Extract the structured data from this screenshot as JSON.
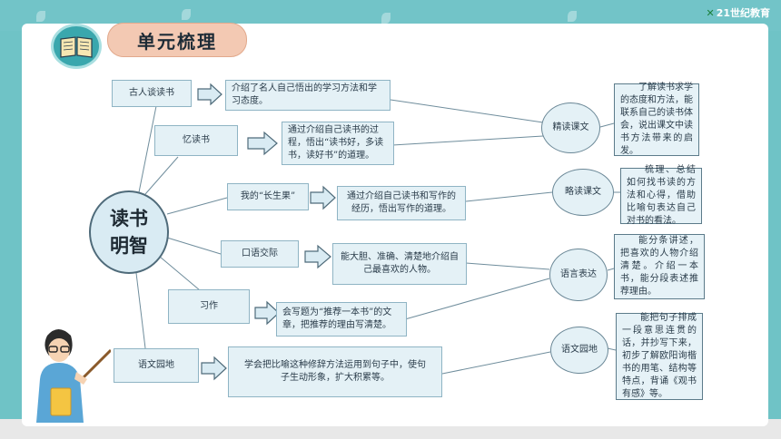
{
  "header": {
    "logo_text": "21世纪教育"
  },
  "title": "单元梳理",
  "center": "读书明智",
  "lessons": [
    {
      "name": "古人谈读书",
      "desc": "介绍了名人自己悟出的学习方法和学习态度。"
    },
    {
      "name": "忆读书",
      "desc": "通过介绍自己读书的过程，悟出“读书好，多读书，读好书”的道理。"
    },
    {
      "name": "我的“长生果”",
      "desc": "通过介绍自己读书和写作的经历，悟出写作的道理。"
    },
    {
      "name": "口语交际",
      "desc": "能大胆、准确、清楚地介绍自己最喜欢的人物。"
    },
    {
      "name": "习作",
      "desc": "会写题为“推荐一本书”的文章，把推荐的理由写清楚。"
    },
    {
      "name": "语文园地",
      "desc": "学会把比喻这种修辞方法运用到句子中，使句子生动形象，扩大积累等。"
    }
  ],
  "categories": [
    {
      "name": "精读课文",
      "note": "了解读书求学的态度和方法，能联系自己的读书体会，说出课文中读书方法带来的启发。"
    },
    {
      "name": "略读课文",
      "note": "梳理、总结如何找书读的方法和心得，借助比喻句表达自己对书的看法。"
    },
    {
      "name": "语言表达",
      "note": "能分条讲述，把喜欢的人物介绍清楚。介绍一本书，能分段表述推荐理由。"
    },
    {
      "name": "语文园地",
      "note": "能把句子排成一段意思连贯的话，并抄写下来，初步了解欧阳询楷书的用笔、结构等特点，背诵《观书有感》等。"
    }
  ],
  "colors": {
    "teal": "#6fc3c6",
    "box_fill": "#e4f1f6",
    "title_pill": "#f3c9b3",
    "line": "#6f8d9c"
  }
}
